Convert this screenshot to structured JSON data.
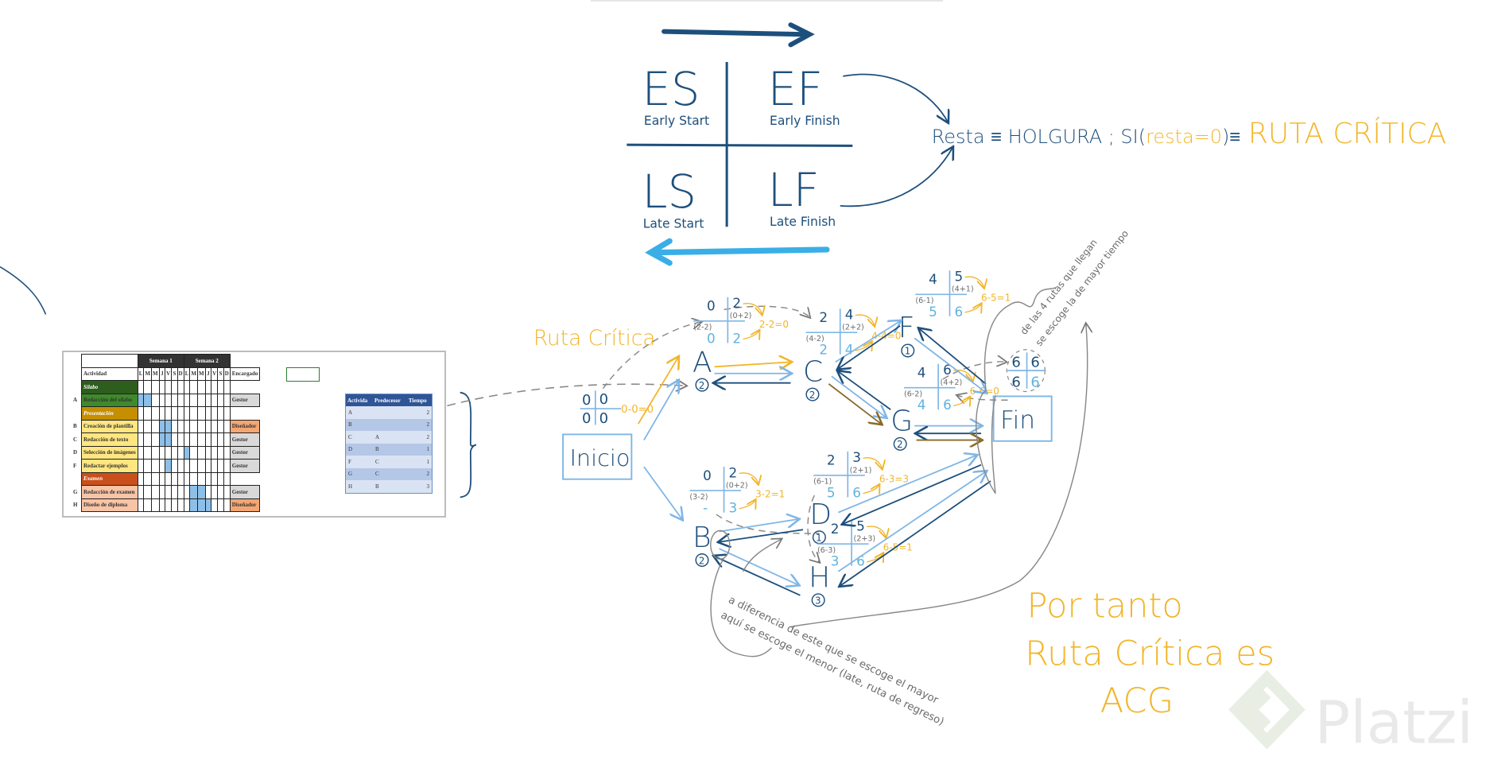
{
  "colors": {
    "dark_blue": "#1d4f7c",
    "light_blue": "#5fb3e0",
    "yellow": "#f2b52a",
    "gray": "#6b6b6b",
    "brown": "#8a6a2a"
  },
  "legend": {
    "es": "ES",
    "es_label": "Early Start",
    "ef": "EF",
    "ef_label": "Early Finish",
    "ls": "LS",
    "ls_label": "Late Start",
    "lf": "LF",
    "lf_label": "Late Finish"
  },
  "formula": {
    "part1": "Resta ≡ HOLGURA ; SI(",
    "part2": "resta=0",
    "part3": ")≡",
    "part4": "RUTA CRÍTICA"
  },
  "ruta_critica_label": "Ruta Crítica",
  "gantt": {
    "weeks": [
      "Semana 1",
      "Semana 2"
    ],
    "activity_header": "Actividad",
    "days": [
      "L",
      "M",
      "M",
      "J",
      "V",
      "S",
      "D",
      "L",
      "M",
      "M",
      "J",
      "V",
      "S",
      "D"
    ],
    "owner_header": "Encargado",
    "rows": [
      {
        "letter": "",
        "name": "Sílabo",
        "type": "group",
        "color": "#2e5e1e",
        "fill": [],
        "owner": ""
      },
      {
        "letter": "A",
        "name": "Redacción del sílabo",
        "type": "task",
        "color": "#3f8a2a",
        "fill": [
          0,
          1
        ],
        "owner": "Gestor"
      },
      {
        "letter": "",
        "name": "Presentación",
        "type": "group",
        "color": "#c58f00",
        "fill": [],
        "owner": ""
      },
      {
        "letter": "B",
        "name": "Creación de plantilla",
        "type": "task",
        "color": "#ffe680",
        "fill": [
          3,
          4
        ],
        "owner": "Diseñador"
      },
      {
        "letter": "C",
        "name": "Redacción de texto",
        "type": "task",
        "color": "#ffe680",
        "fill": [
          3,
          4
        ],
        "owner": "Gestor"
      },
      {
        "letter": "D",
        "name": "Selección de imágenes",
        "type": "task",
        "color": "#ffe680",
        "fill": [
          7
        ],
        "owner": "Gestor"
      },
      {
        "letter": "F",
        "name": "Redactar ejemplos",
        "type": "task",
        "color": "#ffe680",
        "fill": [
          4
        ],
        "owner": "Gestor"
      },
      {
        "letter": "",
        "name": "Examen",
        "type": "group",
        "color": "#c9501c",
        "fill": [],
        "owner": ""
      },
      {
        "letter": "G",
        "name": "Redacción de examen",
        "type": "task",
        "color": "#f8c4a6",
        "fill": [
          8,
          9
        ],
        "owner": "Gestor"
      },
      {
        "letter": "H",
        "name": "Diseño de diploma",
        "type": "task",
        "color": "#f8c4a6",
        "fill": [
          8,
          9,
          10
        ],
        "owner": "Diseñador"
      }
    ]
  },
  "predecessors": {
    "headers": [
      "Activida",
      "Predecesor",
      "Tiempo"
    ],
    "rows": [
      [
        "A",
        "",
        "2"
      ],
      [
        "B",
        "",
        "2"
      ],
      [
        "C",
        "A",
        "2"
      ],
      [
        "D",
        "B",
        "1"
      ],
      [
        "F",
        "C",
        "1"
      ],
      [
        "G",
        "C",
        "2"
      ],
      [
        "H",
        "B",
        "3"
      ]
    ]
  },
  "network": {
    "inicio": "Inicio",
    "fin": "Fin",
    "start": {
      "es": "0",
      "ef": "0",
      "ls": "0",
      "lf": "0",
      "slack": "0-0=0"
    },
    "end": {
      "es": "6",
      "ef": "6",
      "ls": "6",
      "lf": "6"
    },
    "nodes": {
      "A": {
        "label": "A",
        "dur": "2",
        "es": "0",
        "ef": "2",
        "ef_calc": "(0+2)",
        "ls_calc": "(2-2)",
        "ls": "0",
        "lf": "2",
        "slack": "2-2=0"
      },
      "B": {
        "label": "B",
        "dur": "2",
        "es": "0",
        "ef": "2",
        "ef_calc": "(0+2)",
        "ls_calc": "(3-2)",
        "ls": "-",
        "lf": "3",
        "slack": "3-2=1"
      },
      "C": {
        "label": "C",
        "dur": "2",
        "es": "2",
        "ef": "4",
        "ef_calc": "(2+2)",
        "ls_calc": "(4-2)",
        "ls": "2",
        "lf": "4",
        "slack": "4-4=0"
      },
      "D": {
        "label": "D",
        "dur": "1",
        "es": "2",
        "ef": "3",
        "ef_calc": "(2+1)",
        "ls_calc": "(6-1)",
        "ls": "5",
        "lf": "6",
        "slack": "6-3=3"
      },
      "F": {
        "label": "F",
        "dur": "1",
        "es": "4",
        "ef": "5",
        "ef_calc": "(4+1)",
        "ls_calc": "(6-1)",
        "ls": "5",
        "lf": "6",
        "slack": "6-5=1"
      },
      "G": {
        "label": "G",
        "dur": "2",
        "es": "4",
        "ef": "6",
        "ef_calc": "(4+2)",
        "ls_calc": "(6-2)",
        "ls": "4",
        "lf": "6",
        "slack": "6-6=0"
      },
      "H": {
        "label": "H",
        "dur": "3",
        "es": "2",
        "ef": "5",
        "ef_calc": "(2+3)",
        "ls_calc": "(6-3)",
        "ls": "3",
        "lf": "6",
        "slack": "6-5=1"
      }
    }
  },
  "notes": {
    "top_1": "de las 4 rutas que llegan",
    "top_2": "se escoge la de mayor tiempo",
    "bottom_1": "a diferencia de este que se escoge el mayor",
    "bottom_2": "aquí se escoge el menor (late, ruta de regreso)"
  },
  "conclusion": {
    "line1": "Por tanto",
    "line2": "Ruta Crítica es",
    "line3": "ACG"
  },
  "watermark": "Platzi"
}
